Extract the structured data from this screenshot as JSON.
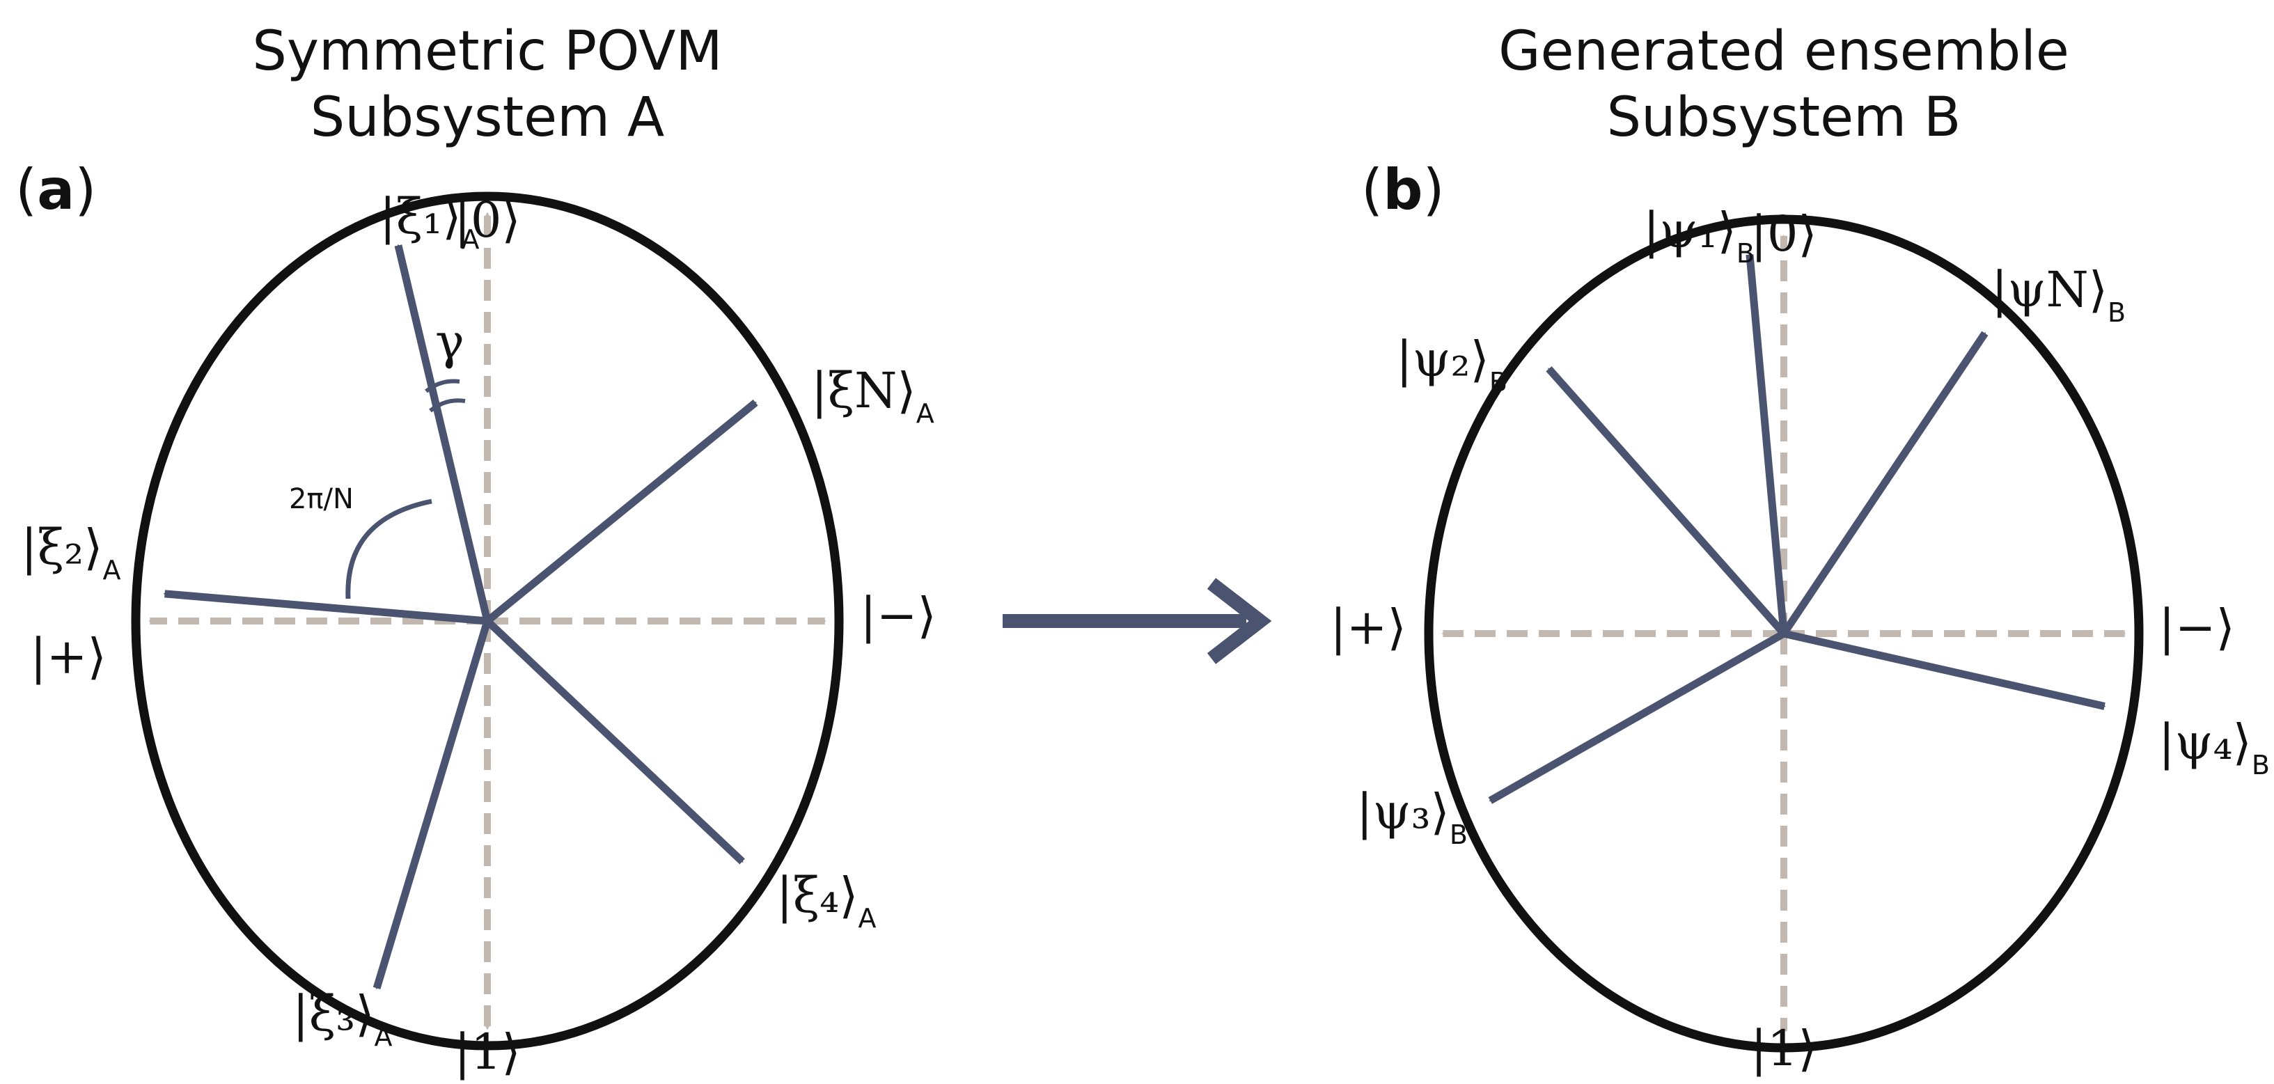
{
  "colors": {
    "circle": "#111111",
    "vector": "#4a5470",
    "axis": "#c2b8b0",
    "text": "#111111"
  },
  "panels": {
    "a": {
      "title_line1": "Symmetric POVM",
      "title_line2": "Subsystem A",
      "panel_open": "(",
      "panel_letter": "a",
      "panel_close": ")",
      "axis_labels": {
        "top": "|0⟩",
        "bottom": "|1⟩",
        "left": "|+⟩",
        "right": "|−⟩"
      },
      "angle_label": "2π/N",
      "gamma_label": "γ",
      "vectors": [
        {
          "id": "xi1",
          "name": "|ξ₁⟩",
          "sub": "A",
          "angle_deg": 344
        },
        {
          "id": "xiN",
          "name": "|ξN⟩",
          "sub": "A",
          "angle_deg": 56
        },
        {
          "id": "xi2",
          "name": "|ξ₂⟩",
          "sub": "A",
          "angle_deg": 274
        },
        {
          "id": "xi3",
          "name": "|ξ₃⟩",
          "sub": "A",
          "angle_deg": 200
        },
        {
          "id": "xi4",
          "name": "|ξ₄⟩",
          "sub": "A",
          "angle_deg": 128
        }
      ]
    },
    "b": {
      "title_line1": "Generated ensemble",
      "title_line2": "Subsystem B",
      "panel_open": "(",
      "panel_letter": "b",
      "panel_close": ")",
      "axis_labels": {
        "top": "|0⟩",
        "bottom": "|1⟩",
        "left": "|+⟩",
        "right": "|−⟩"
      },
      "vectors": [
        {
          "id": "psi1",
          "name": "|ψ₁⟩",
          "sub": "B",
          "angle_deg": 354
        },
        {
          "id": "psiN",
          "name": "|ψN⟩",
          "sub": "B",
          "angle_deg": 38
        },
        {
          "id": "psi2",
          "name": "|ψ₂⟩",
          "sub": "B",
          "angle_deg": 314
        },
        {
          "id": "psi3",
          "name": "|ψ₃⟩",
          "sub": "B",
          "angle_deg": 244
        },
        {
          "id": "psi4",
          "name": "|ψ₄⟩",
          "sub": "B",
          "angle_deg": 101
        }
      ]
    }
  }
}
